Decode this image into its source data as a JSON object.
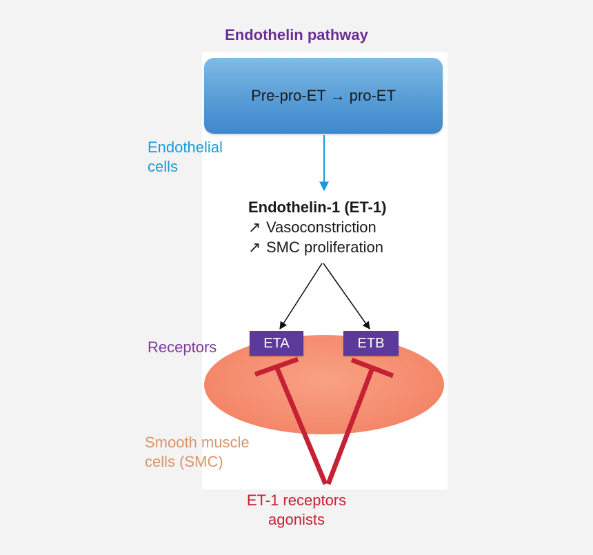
{
  "diagram": {
    "title": "Endothelin pathway",
    "top_box": {
      "label": "Pre-pro-ET → pro-ET",
      "color": "#5b9fd7"
    },
    "labels": {
      "endothelial_line1": "Endothelial",
      "endothelial_line2": "cells",
      "receptors": "Receptors",
      "smc_line1": "Smooth muscle",
      "smc_line2": "cells (SMC)",
      "agonists_line1": "ET-1 receptors",
      "agonists_line2": "agonists"
    },
    "et1": {
      "title": "Endothelin-1 (ET-1)",
      "effect_icon": "↗",
      "effects": [
        "Vasoconstriction",
        "SMC proliferation"
      ]
    },
    "receptors": [
      {
        "label": "ETA"
      },
      {
        "label": "ETB"
      }
    ],
    "colors": {
      "title": "#6a2e94",
      "endothelial": "#1a9ad8",
      "receptors": "#7b3a99",
      "smc": "#d9946a",
      "agonists": "#c52033",
      "receptor_box": "#5c3a9c",
      "cell": "#f58d6f",
      "arrow_blue": "#1a9ad8",
      "inhibitor": "#c52033"
    }
  }
}
